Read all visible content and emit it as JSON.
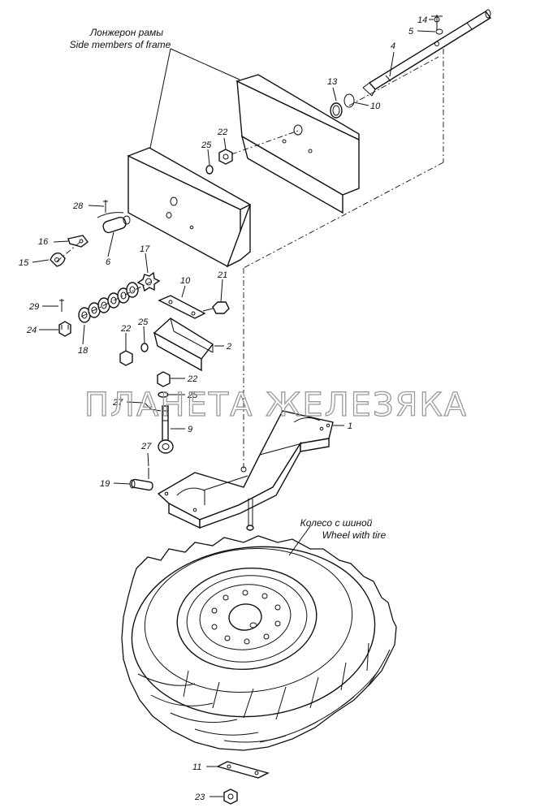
{
  "captions": {
    "frame_ru": "Лонжерон рамы",
    "frame_en": "Side members of frame",
    "wheel_ru": "Колесо с шиной",
    "wheel_en": "Wheel with tire"
  },
  "watermark": "ПЛАНЕТА ЖЕЛЕЗЯКА",
  "callouts": {
    "c1": "1",
    "c2": "2",
    "c4": "4",
    "c5": "5",
    "c6": "6",
    "c9": "9",
    "c10a": "10",
    "c10b": "10",
    "c11": "11",
    "c13": "13",
    "c14": "14",
    "c15": "15",
    "c16": "16",
    "c17": "17",
    "c18": "18",
    "c19": "19",
    "c21": "21",
    "c22a": "22",
    "c22b": "22",
    "c22c": "22",
    "c23": "23",
    "c24": "24",
    "c25a": "25",
    "c25b": "25",
    "c25c": "25",
    "c27a": "27",
    "c27b": "27",
    "c28": "28",
    "c29": "29"
  }
}
